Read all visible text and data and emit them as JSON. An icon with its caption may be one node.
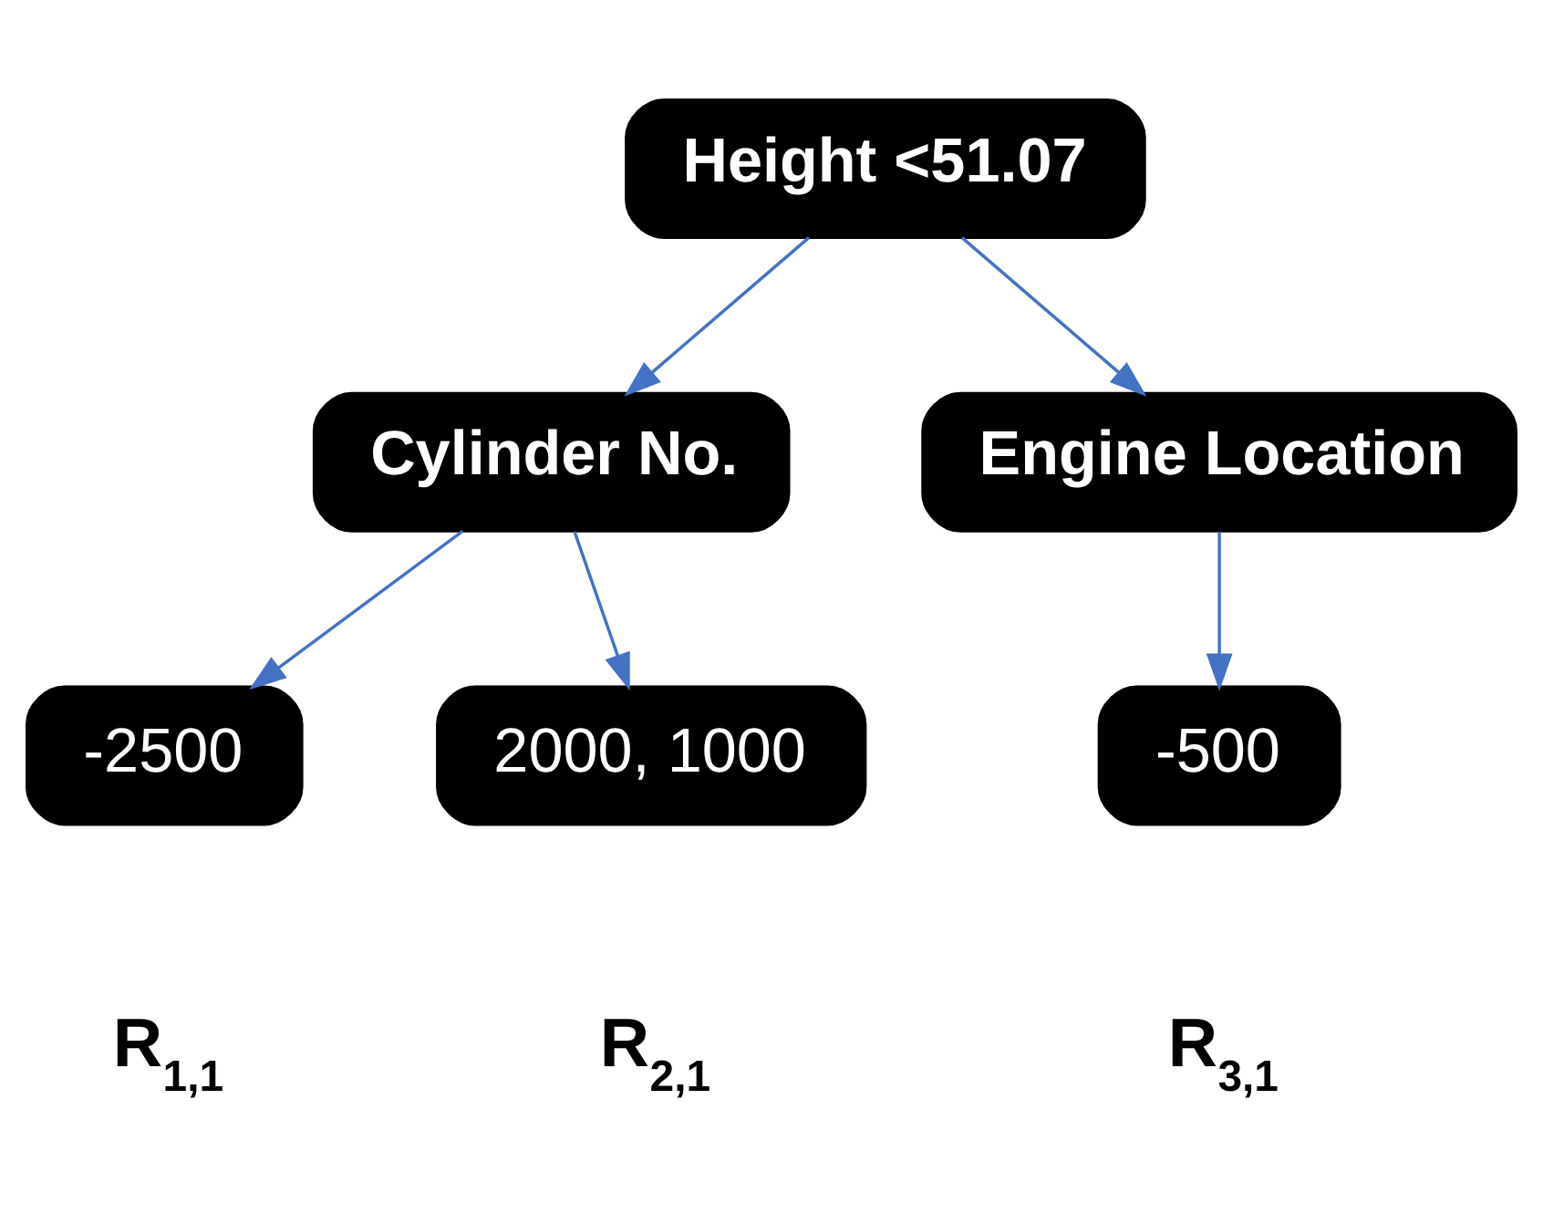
{
  "diagram": {
    "nodes": [
      {
        "text": [
          "Height <51.07"
        ]
      },
      {
        "text": [
          "Cylinder No."
        ]
      },
      {
        "text": [
          "Engine Location"
        ]
      },
      {
        "text": [
          "-2500"
        ],
        "beside": [
          "R$_{1,1}$"
        ]
      },
      {
        "text": [
          "2000, 1000"
        ],
        "beside": [
          "R$_{2,1}$"
        ]
      },
      {
        "text": [
          "-500"
        ],
        "beside": [
          "R$_{3,1}$"
        ]
      }
    ],
    "edges": [
      {
        "from": 0,
        "to": 1,
        "arrow": "to"
      },
      {
        "from": 0,
        "to": 2,
        "arrow": "to"
      },
      {
        "from": 1,
        "to": 3,
        "arrow": "to"
      },
      {
        "from": 1,
        "to": 4,
        "arrow": "to"
      },
      {
        "from": 2,
        "to": 5,
        "arrow": "to"
      }
    ]
  }
}
